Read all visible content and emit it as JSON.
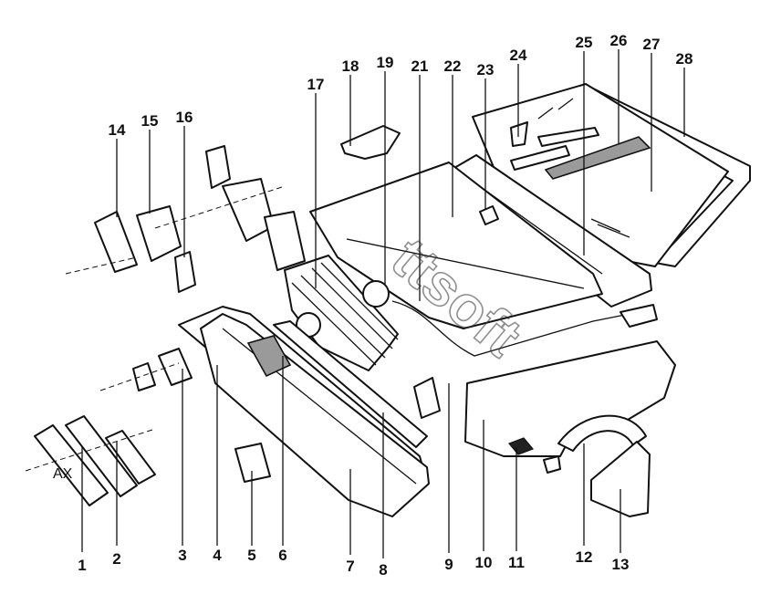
{
  "diagram": {
    "plate_text": "AX",
    "watermark": "ttsoft",
    "callouts": [
      "1",
      "2",
      "3",
      "4",
      "5",
      "6",
      "7",
      "8",
      "9",
      "10",
      "11",
      "12",
      "13",
      "14",
      "15",
      "16",
      "17",
      "18",
      "19",
      "21",
      "22",
      "23",
      "24",
      "25",
      "26",
      "27",
      "28"
    ]
  }
}
